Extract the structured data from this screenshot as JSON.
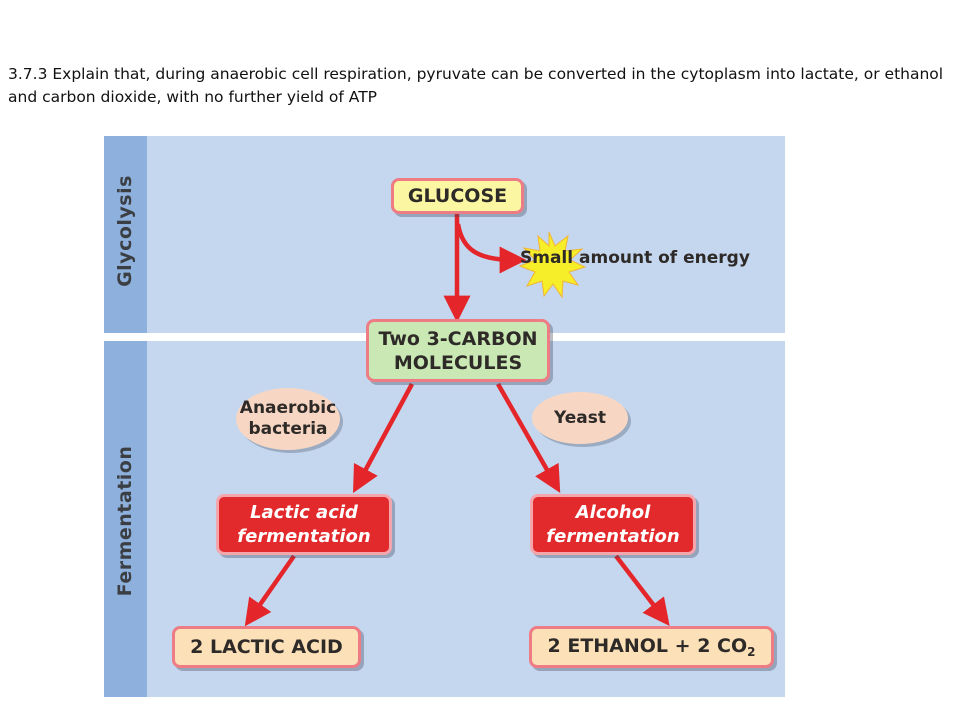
{
  "caption": "3.7.3 Explain that, during anaerobic cell respiration, pyruvate can be converted in the cytoplasm into lactate, or ethanol and carbon dioxide, with no further yield of ATP",
  "sidebar": {
    "top_label": "Glycolysis",
    "bottom_label": "Fermentation"
  },
  "nodes": {
    "glucose": "GLUCOSE",
    "energy": "Small amount of energy",
    "two_carbon_line1": "Two 3-CARBON",
    "two_carbon_line2": "MOLECULES",
    "bacteria_line1": "Anaerobic",
    "bacteria_line2": "bacteria",
    "yeast": "Yeast",
    "lactic_ferm_line1": "Lactic acid",
    "lactic_ferm_line2": "fermentation",
    "alcohol_ferm_line1": "Alcohol",
    "alcohol_ferm_line2": "fermentation",
    "lactic_acid": "2 LACTIC ACID",
    "ethanol": "2 ETHANOL + 2 CO",
    "ethanol_sub": "2"
  },
  "colors": {
    "arrow": "#e4262b",
    "panel": "#c5d7ef",
    "band": "#8eb0dc",
    "starburst": "#f7ee2a"
  }
}
